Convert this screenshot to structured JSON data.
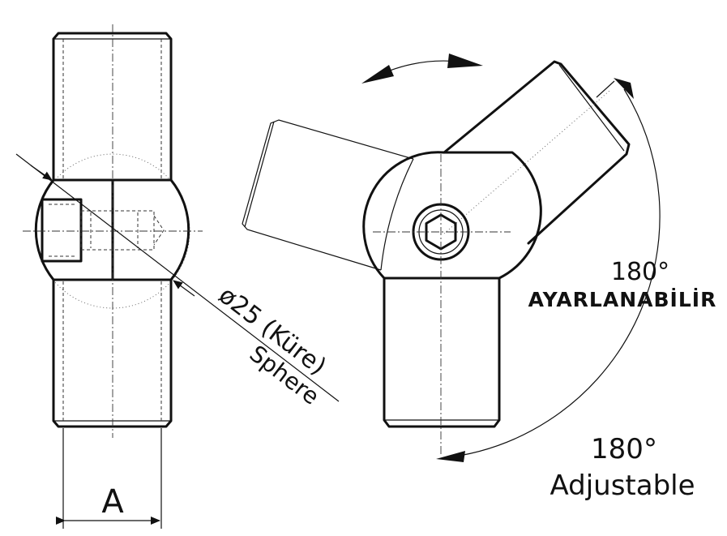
{
  "dimension_a": "A",
  "sphere_diameter": "ø25 (Küre)",
  "sphere_label_en": "Sphere",
  "angle_tr_value": "180°",
  "angle_tr_label": "AYARLANABİLİR",
  "angle_en_value": "180°",
  "angle_en_label": "Adjustable",
  "ink_color": "#111111"
}
